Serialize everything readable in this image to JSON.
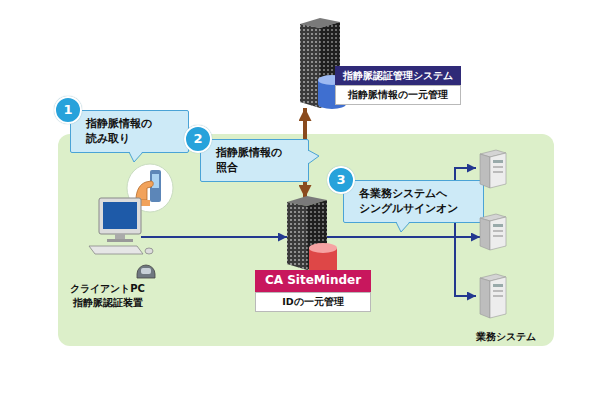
{
  "diagram": {
    "nodes": [
      {
        "text": [
          "指静脈認証管理システム",
          "指静脈情報の一元管理"
        ]
      },
      {
        "text": [
          "1",
          "指静脈情報の 読み取り"
        ]
      },
      {
        "text": [
          "2",
          "指静脈情報の 照合"
        ]
      },
      {
        "text": [
          "3",
          "各業務システムへ シングルサインオン"
        ]
      },
      {
        "text": [
          "クライアントPC 指静脈認証装置"
        ]
      },
      {
        "text": [
          "CA SiteMinder",
          "IDの一元管理"
        ]
      },
      {
        "text": [
          "業務システム"
        ]
      }
    ],
    "edges": [
      {
        "from": 4,
        "to": 5,
        "arrow": "to"
      },
      {
        "from": 5,
        "to": 0,
        "arrow": "both"
      },
      {
        "from": 5,
        "to": 6,
        "arrow": "to"
      }
    ]
  }
}
